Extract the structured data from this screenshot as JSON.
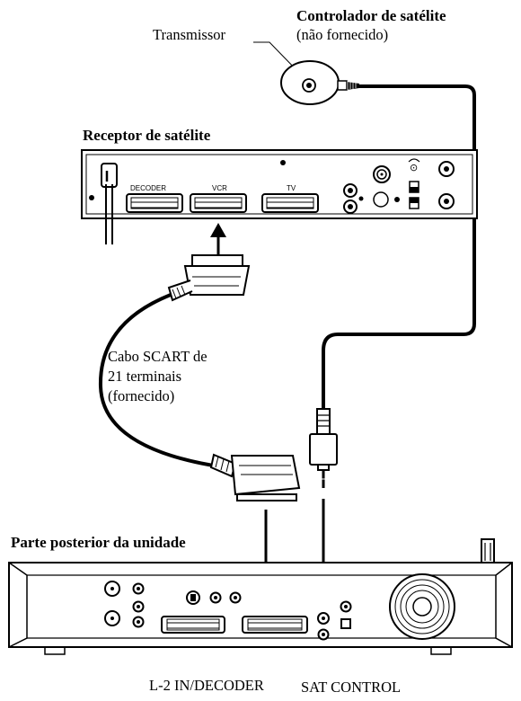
{
  "labels": {
    "controller_title": "Controlador de satélite",
    "controller_note": "(não fornecido)",
    "transmitter": "Transmissor",
    "receiver_title": "Receptor de satélite",
    "cable_line1": "Cabo SCART de",
    "cable_line2": "21 terminais",
    "cable_line3": "(fornecido)",
    "unit_title": "Parte posterior da unidade",
    "port_l2": "L-2 IN/DECODER",
    "port_sat": "SAT CONTROL"
  },
  "receiver_ports": {
    "decoder": "DECODER",
    "vcr": "VCR",
    "tv": "TV"
  }
}
